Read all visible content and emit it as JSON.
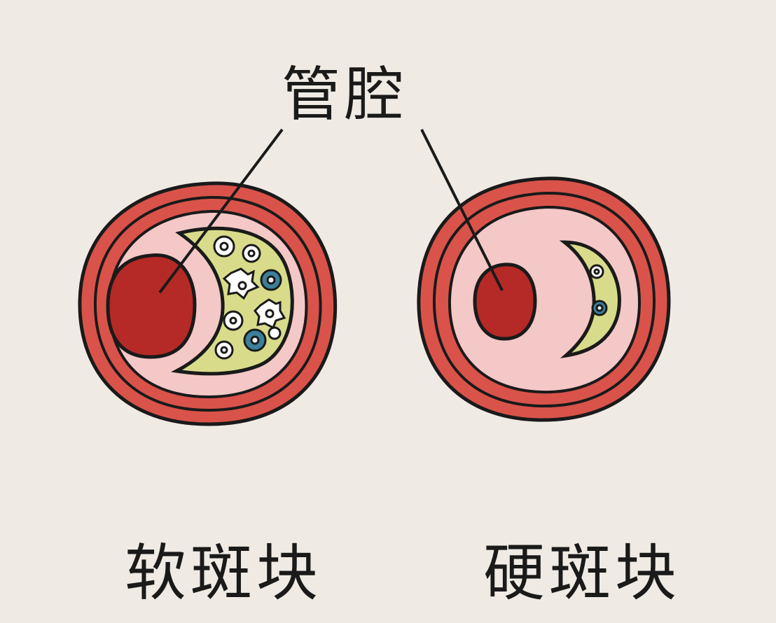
{
  "labels": {
    "lumen": "管腔",
    "soft_plaque": "软斑块",
    "hard_plaque": "硬斑块"
  },
  "colors": {
    "background": "#efebe4",
    "vessel_wall": "#d9534a",
    "intima": "#f3c8c6",
    "lumen": "#b52a26",
    "plaque": "#d8dc8a",
    "outline": "#1a1a1a",
    "cell_blue": "#3b7f9a"
  }
}
